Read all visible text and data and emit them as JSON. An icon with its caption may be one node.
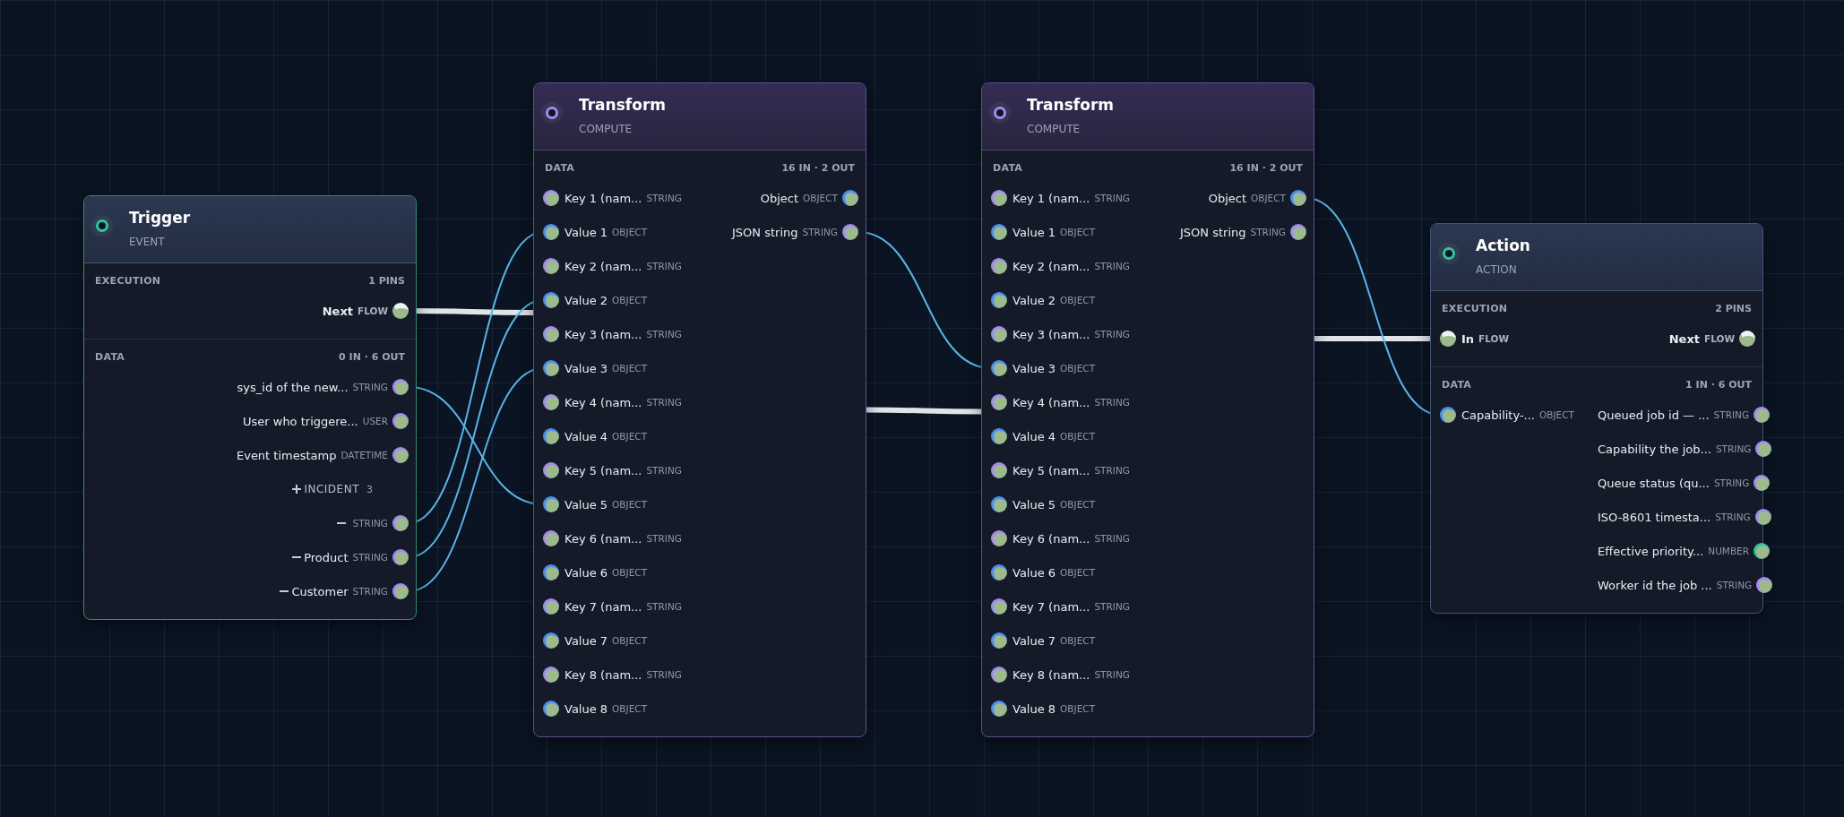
{
  "diagram": {
    "nodes": [
      {
        "text": [
          "Trigger",
          "EVENT"
        ]
      },
      {
        "text": [
          "EXECUTION",
          "1 PINS"
        ],
        "in": 0
      },
      {
        "text": [
          "Next",
          "FLOW"
        ],
        "in": 1
      },
      {
        "text": [
          "DATA",
          "0 IN · 6 OUT"
        ],
        "in": 0
      },
      {
        "text": [
          "sys_id of the new...",
          "STRING"
        ],
        "in": 3
      },
      {
        "text": [
          "User who triggere...",
          "USER"
        ],
        "in": 3
      },
      {
        "text": [
          "Event timestamp",
          "DATETIME"
        ],
        "in": 3
      },
      {
        "text": [
          "INCIDENT",
          "3"
        ],
        "in": 3
      },
      {
        "text": [
          "STRING"
        ],
        "in": 3
      },
      {
        "text": [
          "Product",
          "STRING"
        ],
        "in": 3
      },
      {
        "text": [
          "Customer",
          "STRING"
        ],
        "in": 3
      },
      {
        "text": [
          "Transform",
          "COMPUTE"
        ]
      },
      {
        "text": [
          "DATA",
          "16 IN · 2 OUT"
        ],
        "in": 11
      },
      {
        "text": [
          "Key 1 (nam...",
          "STRING"
        ],
        "in": 12
      },
      {
        "text": [
          "Value 1",
          "OBJECT"
        ],
        "in": 12
      },
      {
        "text": [
          "Key 2 (nam...",
          "STRING"
        ],
        "in": 12
      },
      {
        "text": [
          "Value 2",
          "OBJECT"
        ],
        "in": 12
      },
      {
        "text": [
          "Key 3 (nam...",
          "STRING"
        ],
        "in": 12
      },
      {
        "text": [
          "Value 3",
          "OBJECT"
        ],
        "in": 12
      },
      {
        "text": [
          "Key 4 (nam...",
          "STRING"
        ],
        "in": 12
      },
      {
        "text": [
          "Value 4",
          "OBJECT"
        ],
        "in": 12
      },
      {
        "text": [
          "Key 5 (nam...",
          "STRING"
        ],
        "in": 12
      },
      {
        "text": [
          "Value 5",
          "OBJECT"
        ],
        "in": 12
      },
      {
        "text": [
          "Key 6 (nam...",
          "STRING"
        ],
        "in": 12
      },
      {
        "text": [
          "Value 6",
          "OBJECT"
        ],
        "in": 12
      },
      {
        "text": [
          "Key 7 (nam...",
          "STRING"
        ],
        "in": 12
      },
      {
        "text": [
          "Value 7",
          "OBJECT"
        ],
        "in": 12
      },
      {
        "text": [
          "Key 8 (nam...",
          "STRING"
        ],
        "in": 12
      },
      {
        "text": [
          "Value 8",
          "OBJECT"
        ],
        "in": 12
      },
      {
        "text": [
          "Object",
          "OBJECT"
        ],
        "in": 12
      },
      {
        "text": [
          "JSON string",
          "STRING"
        ],
        "in": 12
      },
      {
        "text": [
          "Transform",
          "COMPUTE"
        ]
      },
      {
        "text": [
          "DATA",
          "16 IN · 2 OUT"
        ],
        "in": 31
      },
      {
        "text": [
          "Key 1 (nam...",
          "STRING"
        ],
        "in": 32
      },
      {
        "text": [
          "Value 1",
          "OBJECT"
        ],
        "in": 32
      },
      {
        "text": [
          "Key 2 (nam...",
          "STRING"
        ],
        "in": 32
      },
      {
        "text": [
          "Value 2",
          "OBJECT"
        ],
        "in": 32
      },
      {
        "text": [
          "Key 3 (nam...",
          "STRING"
        ],
        "in": 32
      },
      {
        "text": [
          "Value 3",
          "OBJECT"
        ],
        "in": 32
      },
      {
        "text": [
          "Key 4 (nam...",
          "STRING"
        ],
        "in": 32
      },
      {
        "text": [
          "Value 4",
          "OBJECT"
        ],
        "in": 32
      },
      {
        "text": [
          "Key 5 (nam...",
          "STRING"
        ],
        "in": 32
      },
      {
        "text": [
          "Value 5",
          "OBJECT"
        ],
        "in": 32
      },
      {
        "text": [
          "Key 6 (nam...",
          "STRING"
        ],
        "in": 32
      },
      {
        "text": [
          "Value 6",
          "OBJECT"
        ],
        "in": 32
      },
      {
        "text": [
          "Key 7 (nam...",
          "STRING"
        ],
        "in": 32
      },
      {
        "text": [
          "Value 7",
          "OBJECT"
        ],
        "in": 32
      },
      {
        "text": [
          "Key 8 (nam...",
          "STRING"
        ],
        "in": 32
      },
      {
        "text": [
          "Value 8",
          "OBJECT"
        ],
        "in": 32
      },
      {
        "text": [
          "Object",
          "OBJECT"
        ],
        "in": 32
      },
      {
        "text": [
          "JSON string",
          "STRING"
        ],
        "in": 32
      },
      {
        "text": [
          "Action",
          "ACTION"
        ]
      },
      {
        "text": [
          "EXECUTION",
          "2 PINS"
        ],
        "in": 51
      },
      {
        "text": [
          "In",
          "FLOW"
        ],
        "in": 52
      },
      {
        "text": [
          "Next",
          "FLOW"
        ],
        "in": 52
      },
      {
        "text": [
          "DATA",
          "1 IN · 6 OUT"
        ],
        "in": 51
      },
      {
        "text": [
          "Capability-...",
          "OBJECT"
        ],
        "in": 55
      },
      {
        "text": [
          "Queued job id — ...",
          "STRING"
        ],
        "in": 55
      },
      {
        "text": [
          "Capability the job...",
          "STRING"
        ],
        "in": 55
      },
      {
        "text": [
          "Queue status (qu...",
          "STRING"
        ],
        "in": 55
      },
      {
        "text": [
          "ISO-8601 timesta...",
          "STRING"
        ],
        "in": 55
      },
      {
        "text": [
          "Effective priority...",
          "NUMBER"
        ],
        "in": 55
      },
      {
        "text": [
          "Worker id the job ...",
          "STRING"
        ],
        "in": 55
      }
    ],
    "edges": [
      {
        "from": 2,
        "to": 11,
        "arrow": "none",
        "style": "thick",
        "color": "#dfe3ea"
      },
      {
        "from": 11,
        "to": 31,
        "arrow": "none",
        "style": "thick",
        "color": "#dfe3ea"
      },
      {
        "from": 31,
        "to": 53,
        "arrow": "none",
        "style": "thick",
        "color": "#dfe3ea"
      },
      {
        "from": 4,
        "to": 22,
        "arrow": "none"
      },
      {
        "from": 8,
        "to": 14,
        "arrow": "none"
      },
      {
        "from": 9,
        "to": 16,
        "arrow": "none"
      },
      {
        "from": 10,
        "to": 18,
        "arrow": "none"
      },
      {
        "from": 30,
        "to": 38,
        "arrow": "none"
      },
      {
        "from": 49,
        "to": 56,
        "arrow": "none"
      }
    ]
  }
}
